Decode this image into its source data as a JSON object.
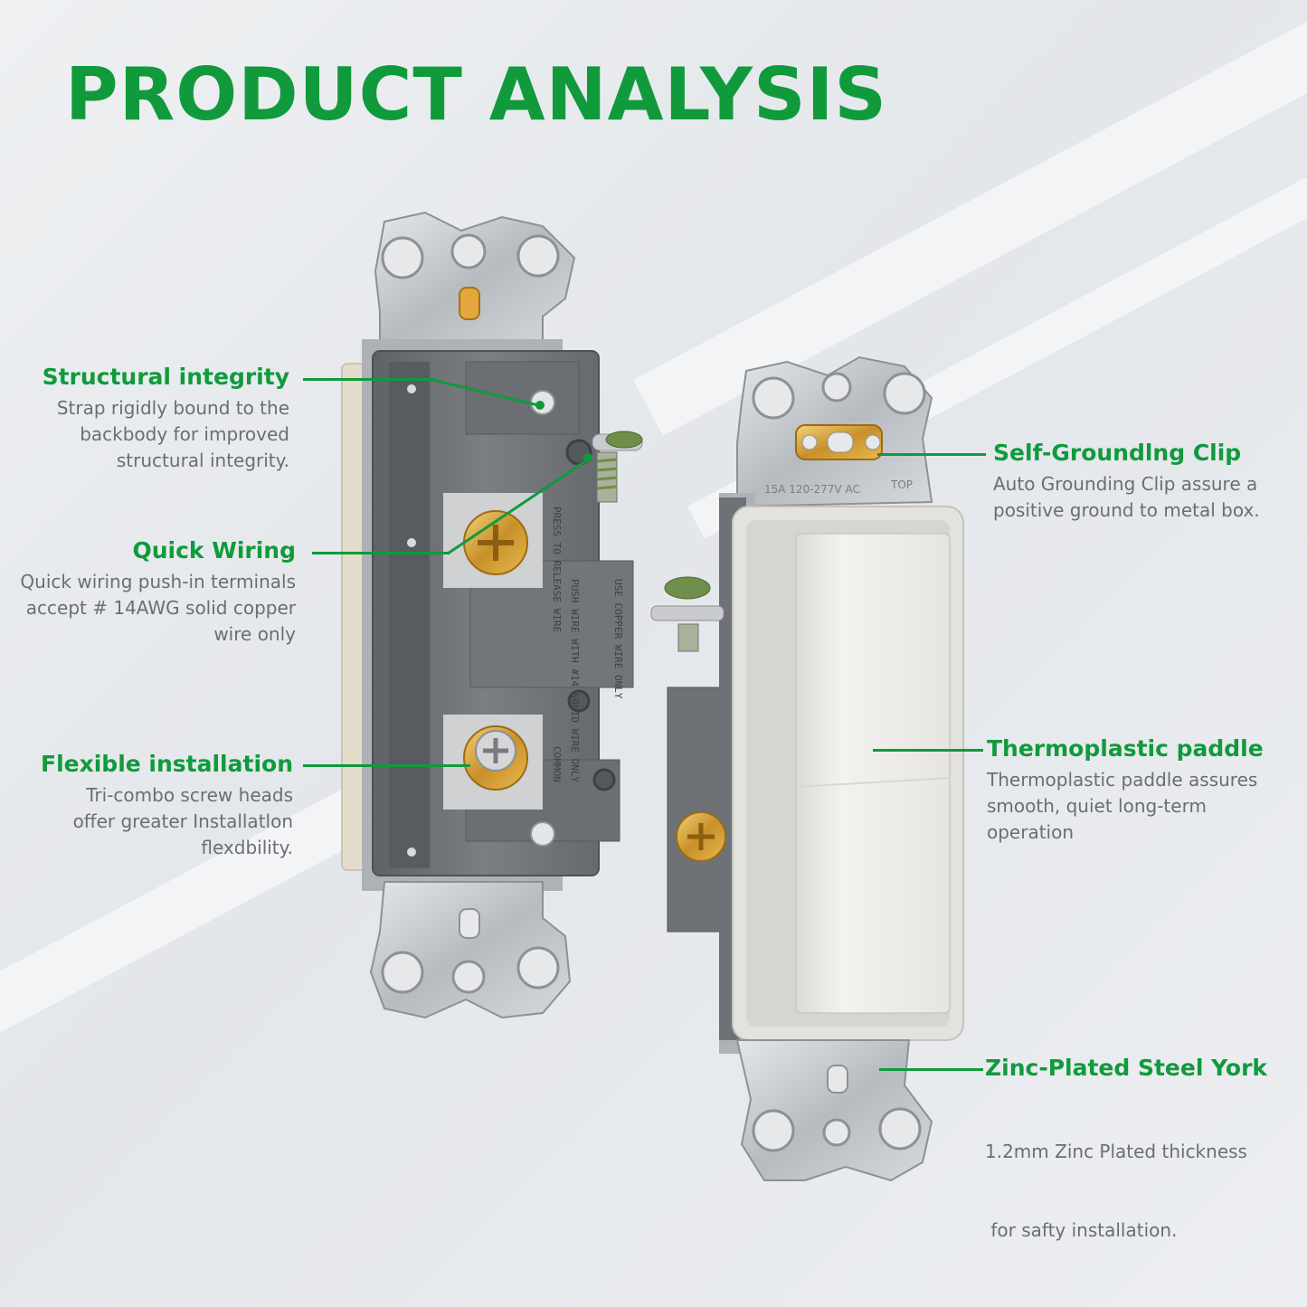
{
  "title": "PRODUCT ANALYSIS",
  "colors": {
    "accent": "#109a3c",
    "body_text": "#6a6e73",
    "housing": "#6e7175",
    "paddle": "#efeeea",
    "strap": "#c9ccd0",
    "brass": "#d8a33a"
  },
  "features": [
    {
      "heading": "Structural integrity",
      "lines": [
        "Strap rigidly bound to the",
        "backbody for improved",
        "structural integrity."
      ]
    },
    {
      "heading": "Quick Wiring",
      "lines": [
        "Quick wiring push-in terminals",
        "accept # 14AWG solid copper",
        "wire only"
      ]
    },
    {
      "heading": "Flexible installation",
      "lines": [
        "Tri-combo screw heads",
        "offer greater Installatlon",
        "flexdbility."
      ]
    },
    {
      "heading": "Self-Groundlng Clip",
      "lines": [
        "Auto Grounding Clip assure a",
        "positive ground to metal box."
      ]
    },
    {
      "heading": "Thermoplastic paddle",
      "lines": [
        "Thermoplastic paddle assures",
        "smooth, quiet long-term",
        "operation"
      ]
    },
    {
      "heading": "Zinc-Plated Steel York",
      "lines": [
        "1.2mm Zinc Plated thickness",
        " for safty installation."
      ]
    }
  ],
  "product_markings": {
    "back_label_1": "PRESS TO RELEASE WIRE",
    "back_label_2": "PUSH WIRE WITH #14 SOLID WIRE ONLY",
    "back_label_3": "USE COPPER WIRE ONLY",
    "back_label_4": "COMMON",
    "rating": "15A 120-277V AC",
    "top": "TOP"
  }
}
